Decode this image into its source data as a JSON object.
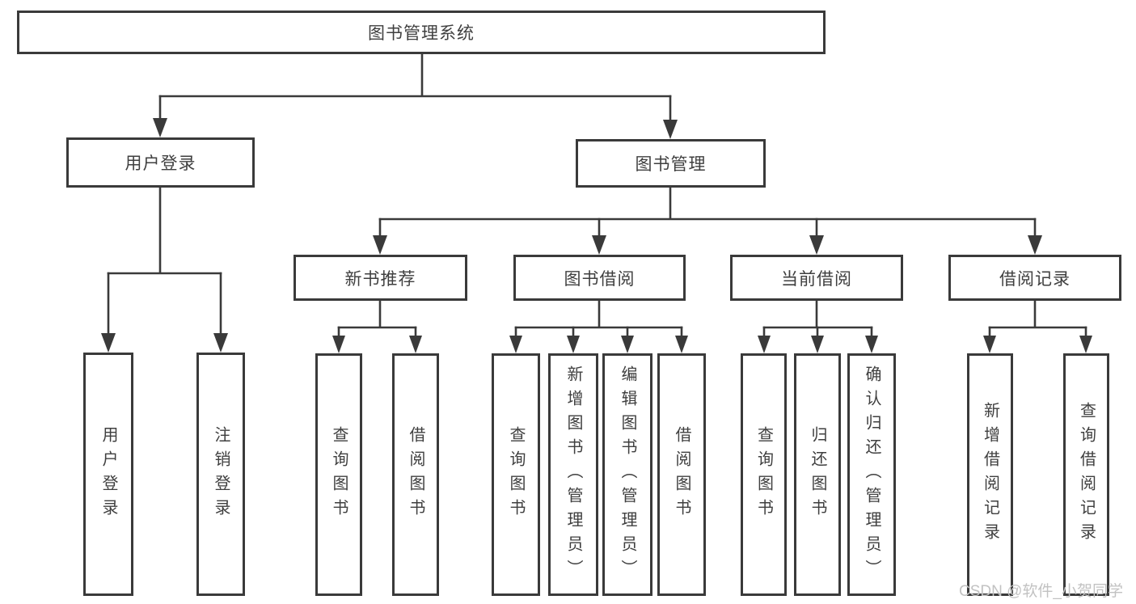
{
  "colors": {
    "line": "#3a3a3a",
    "text": "#3f3f3f",
    "background": "#ffffff",
    "watermark_text": "#c2c2c2"
  },
  "watermark": "CSDN @软件_小贺同学",
  "tree": {
    "root": {
      "label": "图书管理系统",
      "children": [
        {
          "label": "用户登录",
          "children": [
            {
              "label": "用户登录"
            },
            {
              "label": "注销登录"
            }
          ]
        },
        {
          "label": "图书管理",
          "children": [
            {
              "label": "新书推荐",
              "children": [
                {
                  "label": "查询图书"
                },
                {
                  "label": "借阅图书"
                }
              ]
            },
            {
              "label": "图书借阅",
              "children": [
                {
                  "label": "查询图书"
                },
                {
                  "label": "新增图书（管理员）"
                },
                {
                  "label": "编辑图书（管理员）"
                },
                {
                  "label": "借阅图书"
                }
              ]
            },
            {
              "label": "当前借阅",
              "children": [
                {
                  "label": "查询图书"
                },
                {
                  "label": "归还图书"
                },
                {
                  "label": "确认归还（管理员）"
                }
              ]
            },
            {
              "label": "借阅记录",
              "children": [
                {
                  "label": "新增借阅记录"
                },
                {
                  "label": "查询借阅记录"
                }
              ]
            }
          ]
        }
      ]
    }
  }
}
